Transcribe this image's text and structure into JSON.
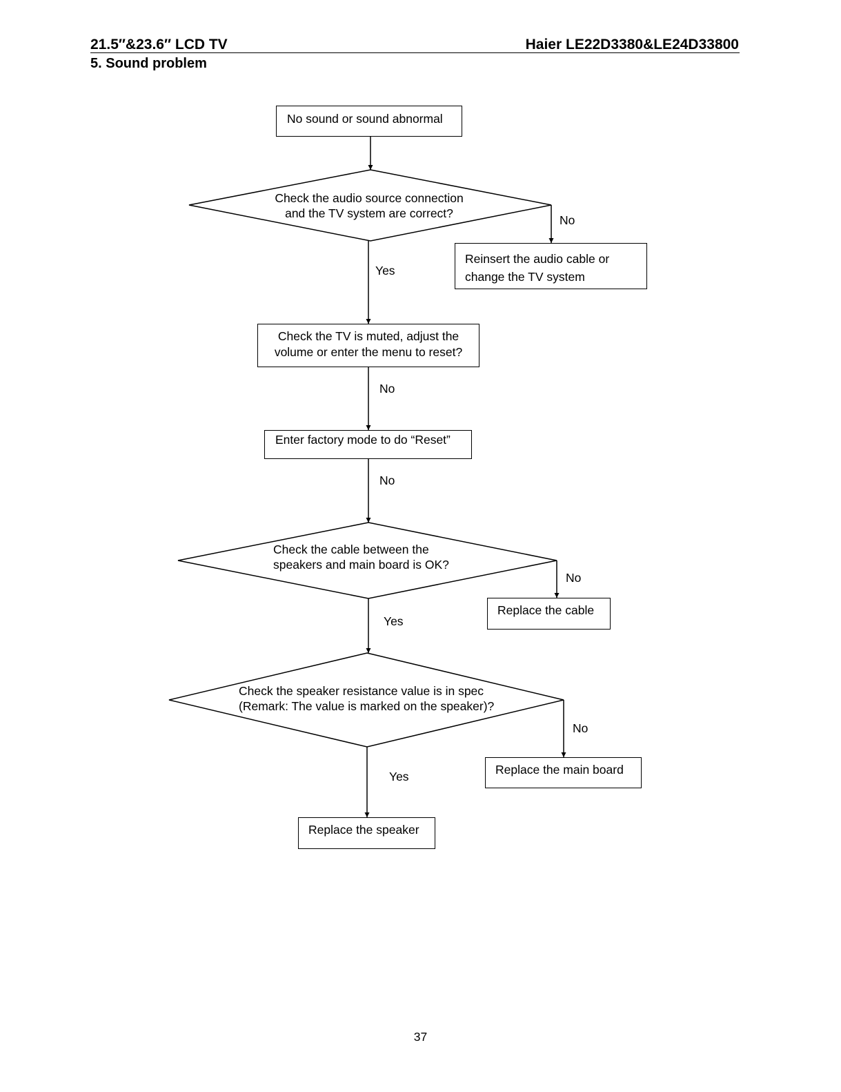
{
  "header": {
    "left": "21.5″&23.6″ LCD TV",
    "right": "Haier LE22D3380&LE24D33800"
  },
  "section_title": "5. Sound problem",
  "flow": {
    "start": "No sound or sound abnormal",
    "decision1": [
      "Check the audio source connection",
      "and the TV system are correct?"
    ],
    "decision1_no": "No",
    "action1": [
      "Reinsert the audio cable or",
      "change the TV system"
    ],
    "decision1_yes": "Yes",
    "step_muted": [
      "Check the TV is muted, adjust the",
      "volume or enter the menu to reset?"
    ],
    "step_muted_no": "No",
    "factory_reset": "Enter factory mode to do “Reset”",
    "factory_reset_no": "No",
    "decision2": [
      "Check the cable between the",
      "speakers and main board is OK?"
    ],
    "decision2_no": "No",
    "action2": "Replace the cable",
    "decision2_yes": "Yes",
    "decision3": [
      "Check the speaker resistance value is in spec",
      "(Remark: The value is marked on the speaker)?"
    ],
    "decision3_no": "No",
    "action3": "Replace the main board",
    "decision3_yes": "Yes",
    "end": "Replace the speaker"
  },
  "page_number": "37"
}
